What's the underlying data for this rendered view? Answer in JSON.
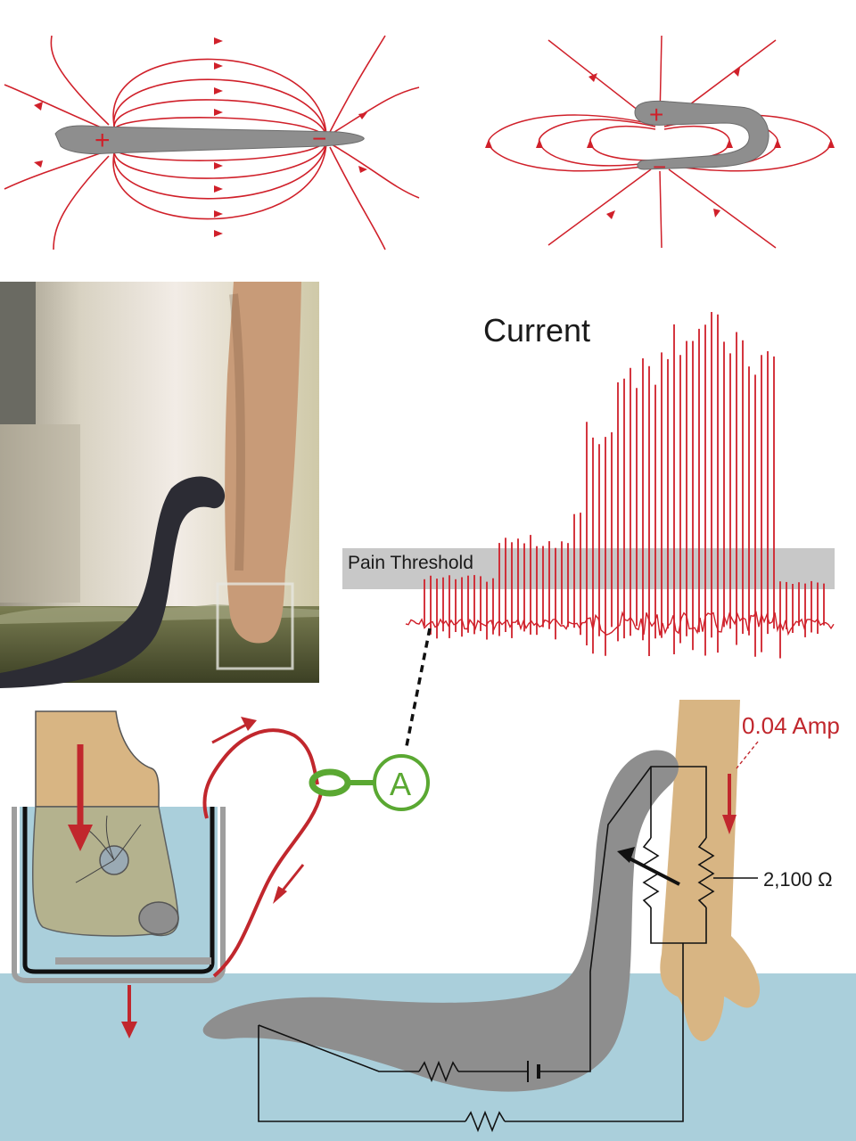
{
  "polarity": {
    "plus": "+",
    "minus": "−"
  },
  "labels": {
    "current": "Current",
    "pain_threshold": "Pain Threshold",
    "ammeter": "A",
    "amperage": "0.04 Amp",
    "resistance": "2,100 Ω"
  },
  "colors": {
    "field_line": "#d0202a",
    "eel_body": "#8e8e8e",
    "water": "#aacfdb",
    "skin": "#d8b583",
    "ammeter": "#5aa832",
    "wire": "#d0202a",
    "threshold_band": "#c8c8c8",
    "text": "#1a1a1a"
  }
}
